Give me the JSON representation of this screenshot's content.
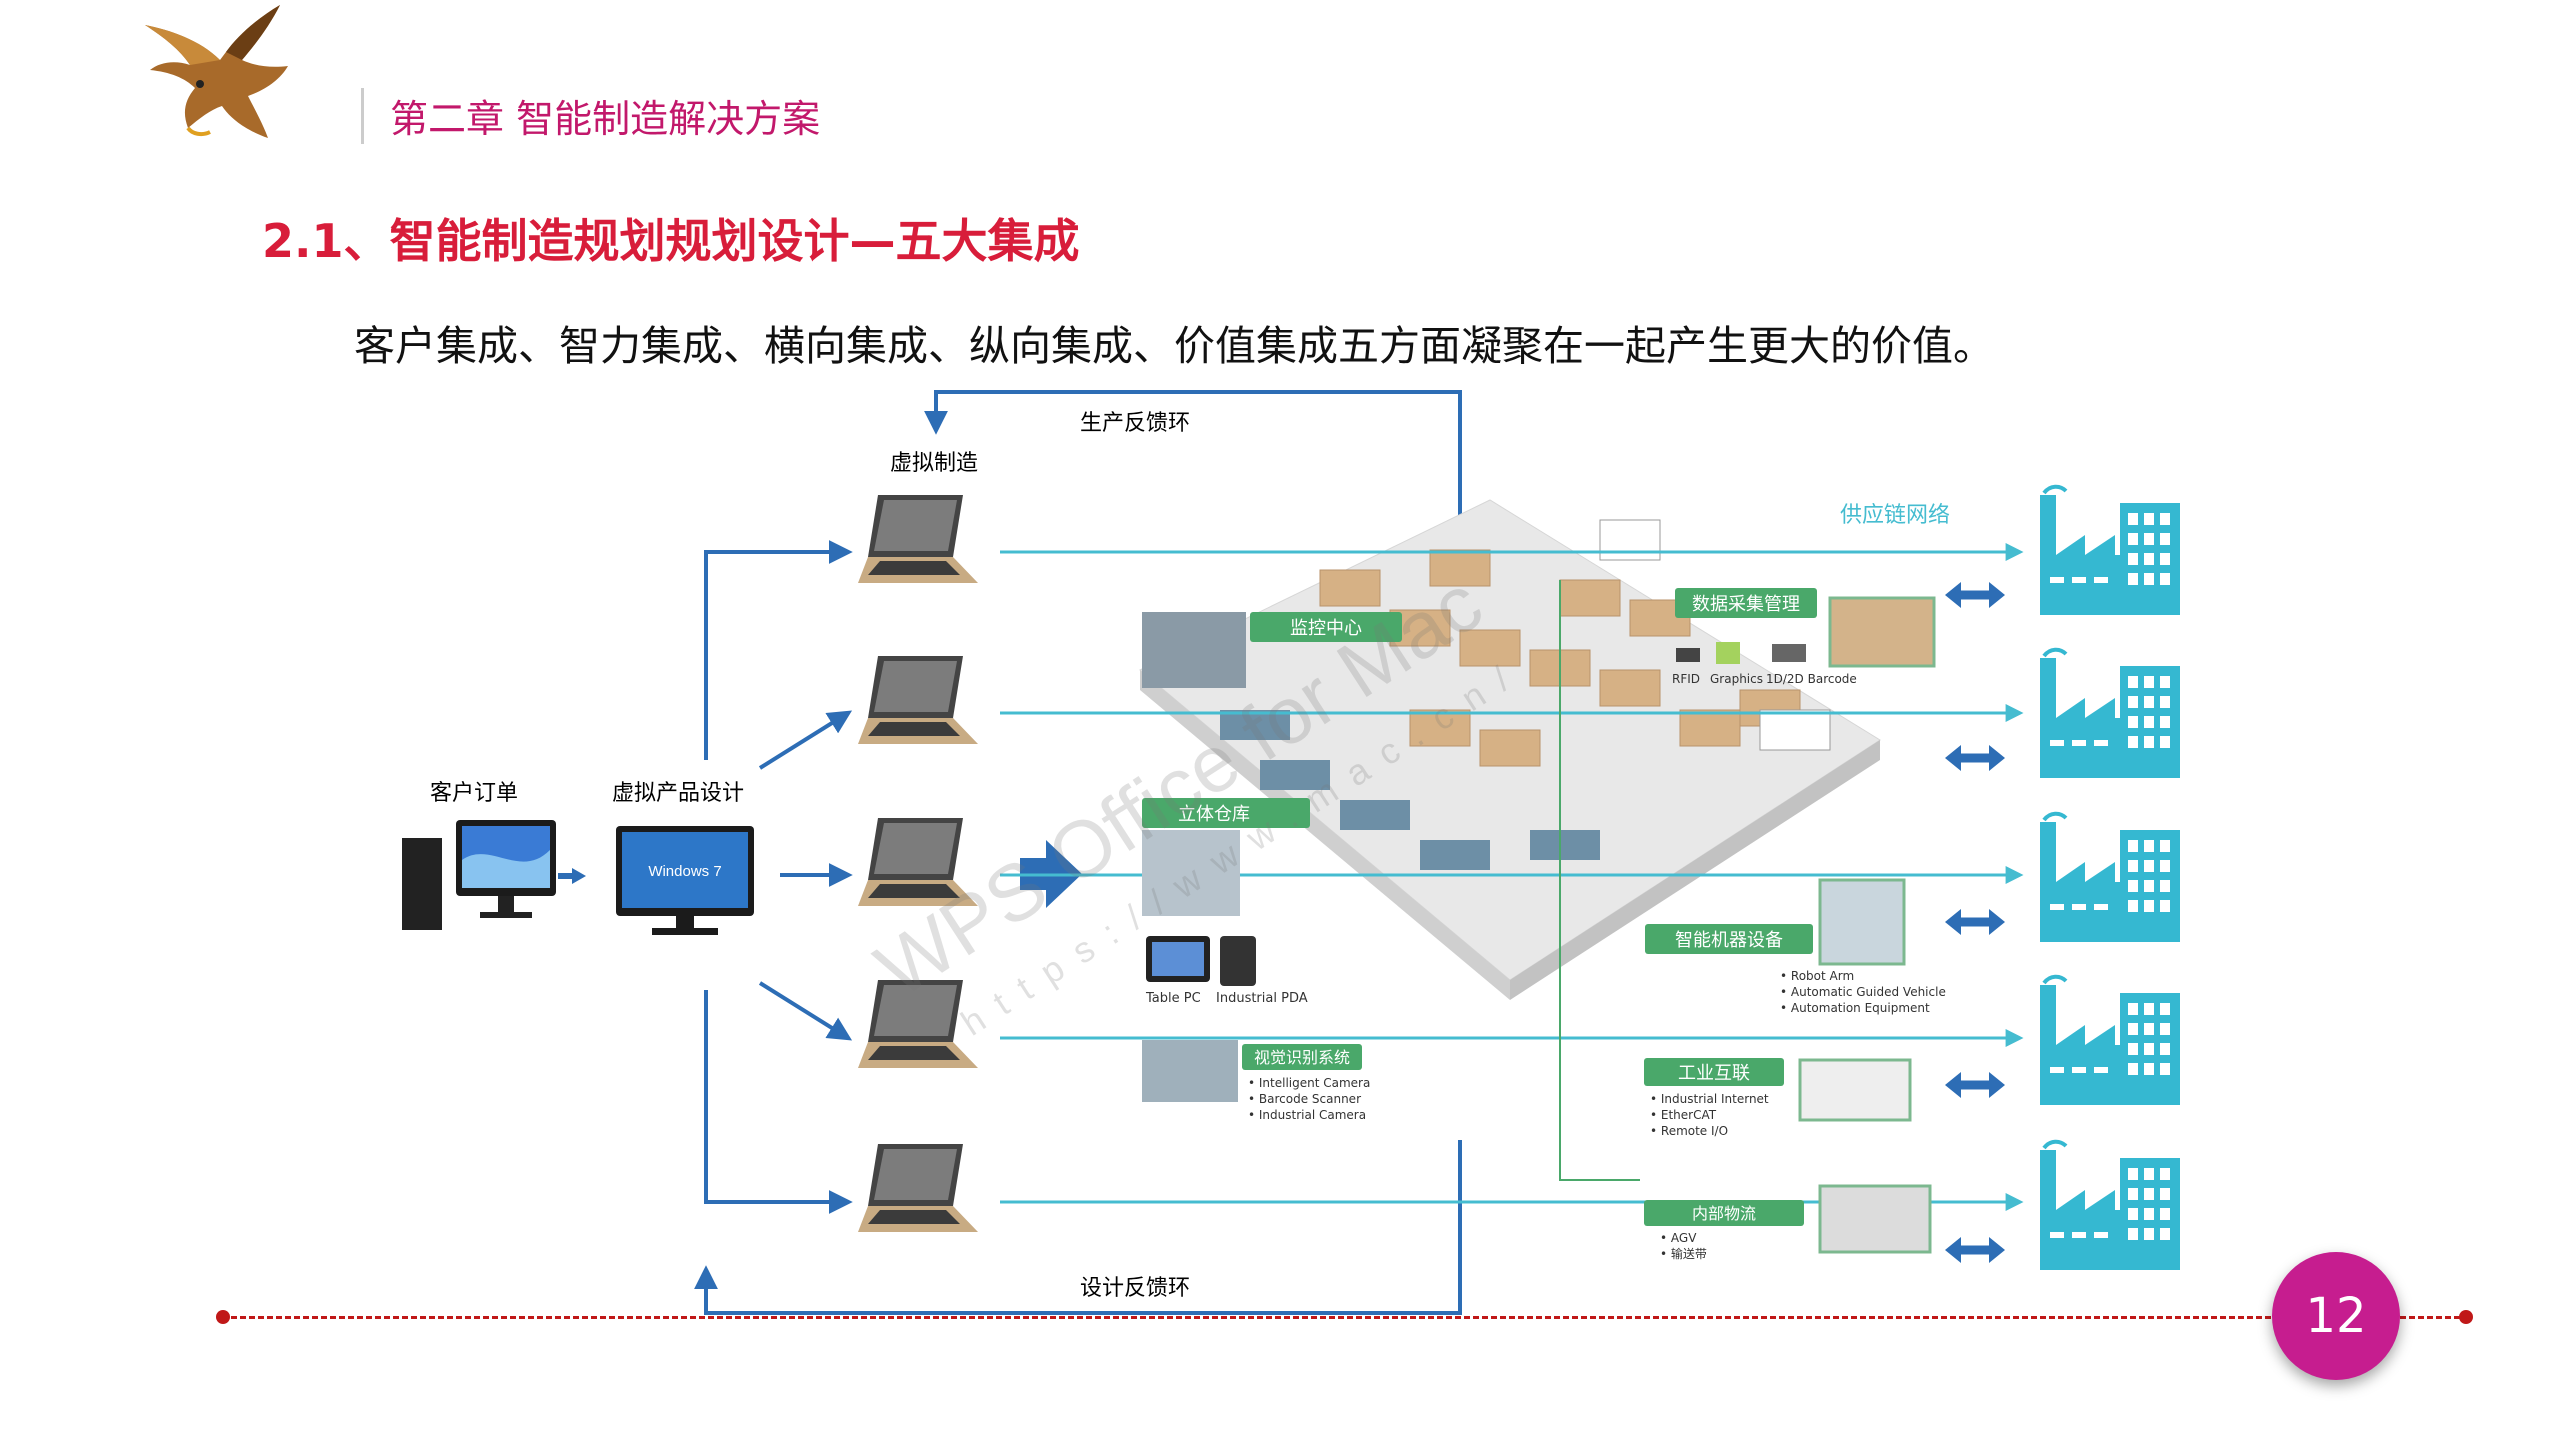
{
  "header": {
    "chapter": "第二章  智能制造解决方案"
  },
  "section": {
    "title": "2.1、智能制造规划规划设计—五大集成",
    "intro": "客户集成、智力集成、横向集成、纵向集成、价值集成五方面凝聚在一起产生更大的价值。"
  },
  "diagram": {
    "production_feedback": "生产反馈环",
    "design_feedback": "设计反馈环",
    "virtual_manufacturing": "虚拟制造",
    "customer_order": "客户订单",
    "virtual_product_design": "虚拟产品设计",
    "supply_chain": "供应链网络",
    "windows": "Windows 7",
    "modules": {
      "monitor_center": "监控中心",
      "data_collection": "数据采集管理",
      "stereo_warehouse": "立体仓库",
      "smart_robot": "智能机器设备",
      "vision": "视觉识别系统",
      "industrial_iot": "工业互联",
      "internal_logistics": "内部物流"
    },
    "captions": {
      "rfid": "RFID",
      "graphics": "Graphics",
      "barcode": "1D/2D Barcode",
      "table_pc": "Table PC",
      "industrial_pda": "Industrial PDA"
    },
    "lists": {
      "robot": [
        "• Robot Arm",
        "• Automatic Guided Vehicle",
        "• Automation Equipment"
      ],
      "vision": [
        "• Intelligent Camera",
        "• Barcode Scanner",
        "• Industrial Camera"
      ],
      "iot": [
        "• Industrial Internet",
        "• EtherCAT",
        "• Remote I/O"
      ],
      "logistics": [
        "• AGV",
        "• 输送带"
      ]
    },
    "watermark": "WPS Office for Mac",
    "watermark_url": "https://www.mac.cn/"
  },
  "footer": {
    "page_number": "12"
  },
  "colors": {
    "chapter": "#c2186b",
    "title": "#d81d3a",
    "flow_blue": "#2d6db5",
    "supply_teal": "#45bcd0",
    "factory": "#35b8d1",
    "module_green": "#4aa86a",
    "footer_line": "#c01818",
    "badge": "#c61d8f"
  }
}
